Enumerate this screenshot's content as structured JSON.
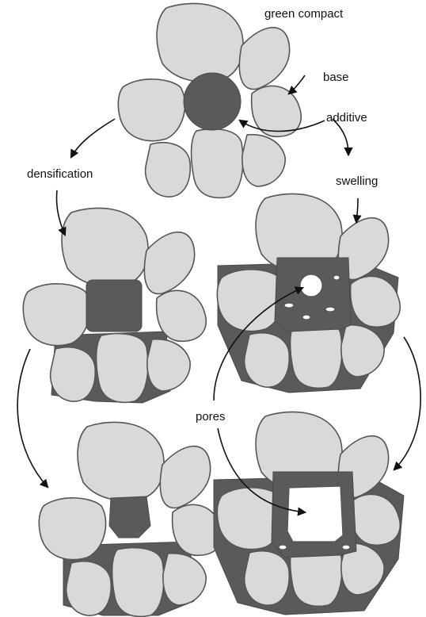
{
  "labels": {
    "green_compact": "green compact",
    "base": "base",
    "additive": "additive",
    "densification": "densification",
    "swelling": "swelling",
    "pores": "pores"
  },
  "colors": {
    "base_grain": "#d9d9d9",
    "additive": "#5a5a5a",
    "outline": "#555555",
    "pore": "#ffffff",
    "arrow": "#111111"
  }
}
